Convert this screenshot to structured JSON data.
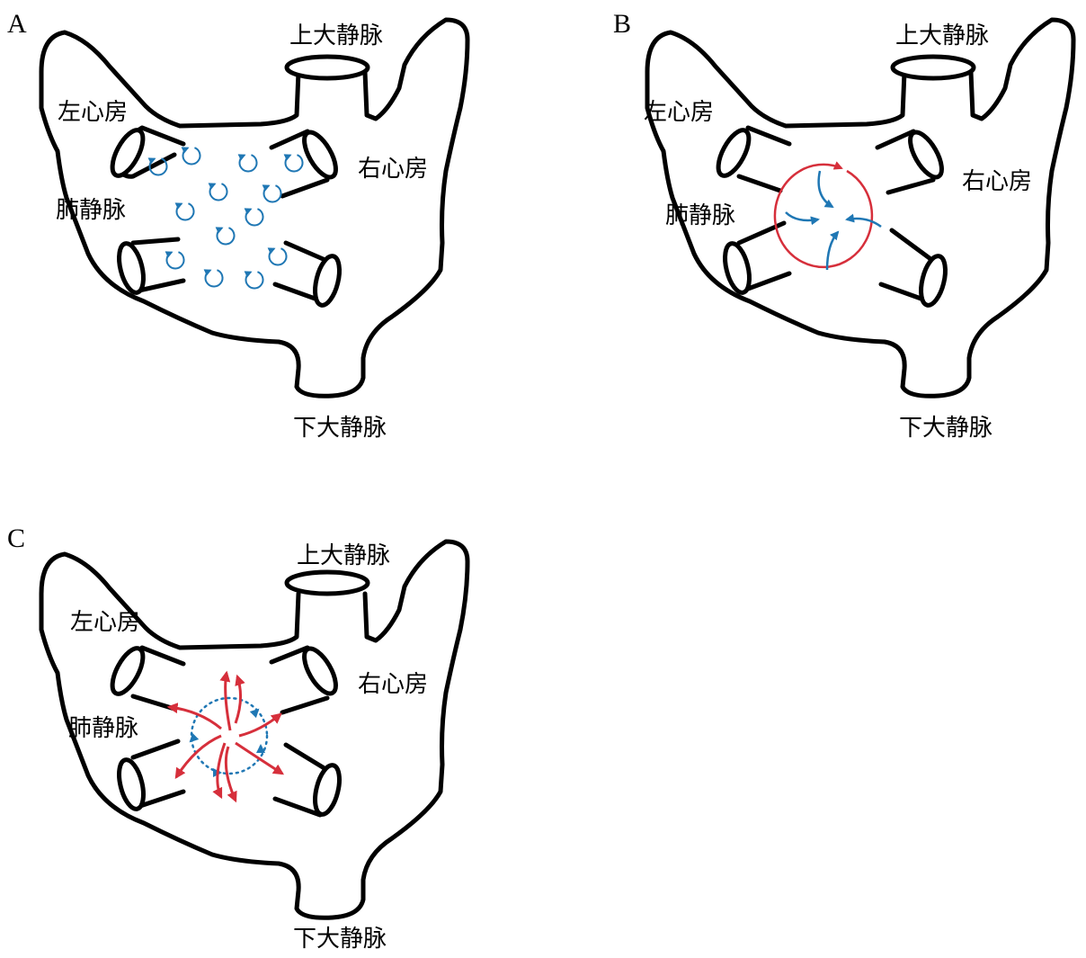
{
  "panels": [
    {
      "letter": "A",
      "pattern": "multiple-small-vortices"
    },
    {
      "letter": "B",
      "pattern": "single-rotor"
    },
    {
      "letter": "C",
      "pattern": "focal-spiral-outflow"
    }
  ],
  "labels": {
    "svc": "上大静脉",
    "ivc": "下大静脉",
    "la": "左心房",
    "ra": "右心房",
    "pv": "肺静脉"
  },
  "colors": {
    "outline": "#000000",
    "blue": "#1f77b4",
    "red": "#d62f3b"
  }
}
